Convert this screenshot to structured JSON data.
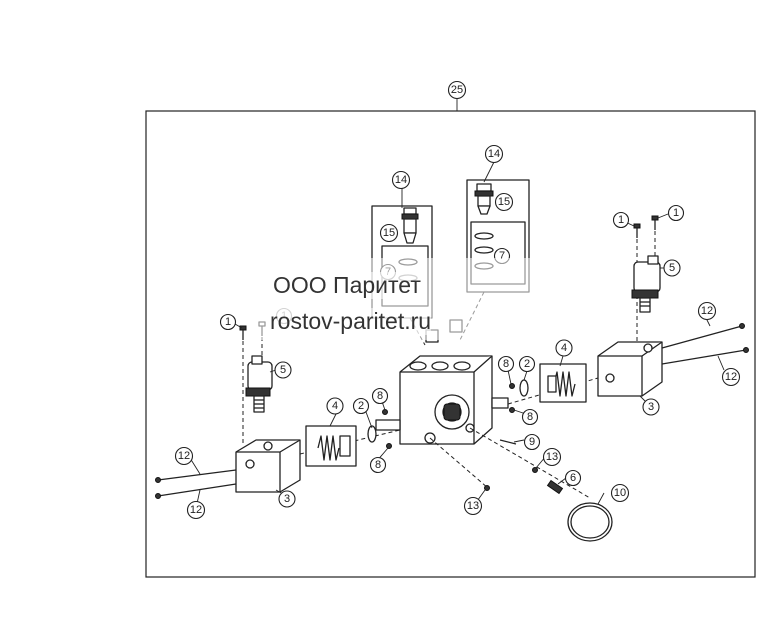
{
  "watermark": {
    "company": "ООО Паритет",
    "website": "rostov-paritet.ru"
  },
  "callouts": {
    "assembly": "25",
    "left_screw_a": "1",
    "left_screw_b": "1",
    "left_solenoid": "5",
    "left_rod_top": "12",
    "left_rod_bottom": "12",
    "left_cover": "3",
    "left_spring": "4",
    "left_oring_2": "2",
    "left_plug_upper": "8",
    "left_plug_lower": "8",
    "kit_left_cartridge": "14",
    "kit_left_seals": "15",
    "kit_left_oring": "7",
    "kit_right_cartridge": "14",
    "kit_right_seals": "15",
    "kit_right_oring": "7",
    "right_plug_upper": "8",
    "right_oring_2": "2",
    "right_plug_lower": "8",
    "right_spring": "4",
    "right_cover": "3",
    "right_screw_a": "1",
    "right_screw_b": "1",
    "right_solenoid": "5",
    "right_rod_top": "12",
    "right_rod_bottom": "12",
    "port_fitting": "9",
    "port_plug_a": "13",
    "port_plug_b": "13",
    "port_check": "6",
    "port_seal": "10"
  }
}
